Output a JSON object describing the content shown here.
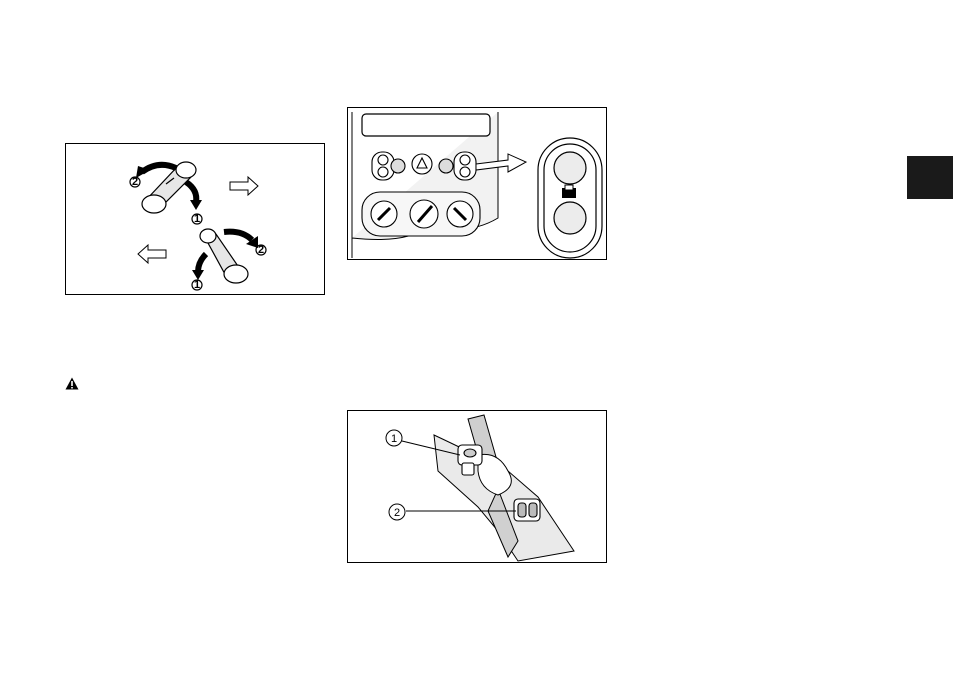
{
  "figures": {
    "window_crank": {
      "callouts": [
        "1",
        "2",
        "1",
        "2"
      ]
    },
    "console_switches": {
      "callouts": [
        "1",
        "2"
      ]
    }
  },
  "icons": {
    "warning": "warning-triangle-icon",
    "section_tab": "dark-section-tab"
  },
  "colors": {
    "tab": "#1a1a1a",
    "line": "#000000",
    "shade": "#d9d9d9"
  }
}
